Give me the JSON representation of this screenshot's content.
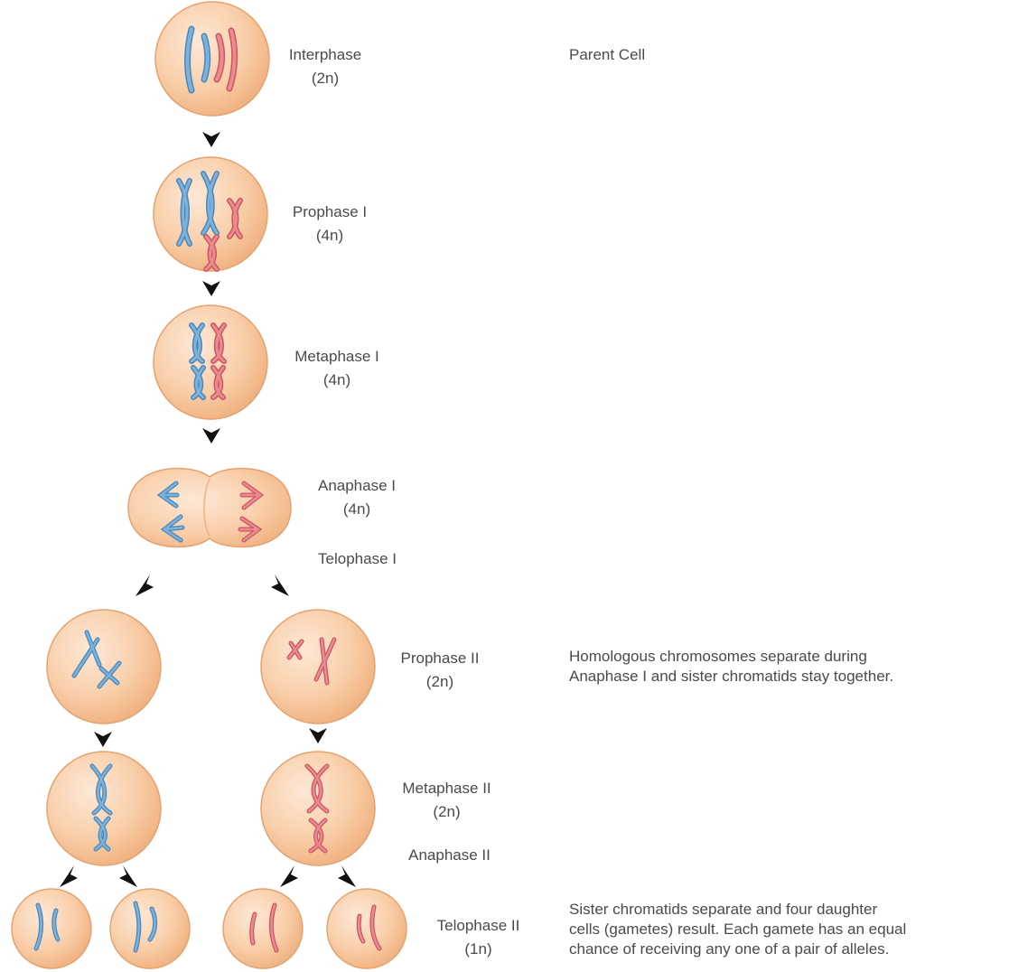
{
  "colors": {
    "cell_center": "#fde8d6",
    "cell_mid": "#f9cfaa",
    "cell_edge": "#f0b281",
    "cell_outline": "#e4a26f",
    "chromosome_blue": "#7cb3dc",
    "chromosome_blue_edge": "#4d87b8",
    "chromosome_red": "#ec8a91",
    "chromosome_red_edge": "#c9585f",
    "arrow": "#111111"
  },
  "stages": {
    "interphase": {
      "name": "Interphase",
      "ploidy": "(2n)"
    },
    "prophase1": {
      "name": "Prophase I",
      "ploidy": "(4n)"
    },
    "metaphase1": {
      "name": "Metaphase I",
      "ploidy": "(4n)"
    },
    "anaphase1": {
      "name": "Anaphase I",
      "ploidy": "(4n)"
    },
    "telophase1": {
      "name": "Telophase I"
    },
    "prophase2": {
      "name": "Prophase II",
      "ploidy": "(2n)"
    },
    "metaphase2": {
      "name": "Metaphase II",
      "ploidy": "(2n)"
    },
    "anaphase2": {
      "name": "Anaphase II"
    },
    "telophase2": {
      "name": "Telophase II",
      "ploidy": "(1n)"
    }
  },
  "notes": {
    "parent_cell": "Parent Cell",
    "homologous": {
      "line1": "Homologous chromosomes separate during",
      "line2": "Anaphase I and sister chromatids stay together."
    },
    "sister": {
      "line1": "Sister chromatids separate and four daughter",
      "line2": "cells (gametes) result. Each gamete has an equal",
      "line3": "chance of receiving any one of a pair of alleles."
    }
  }
}
